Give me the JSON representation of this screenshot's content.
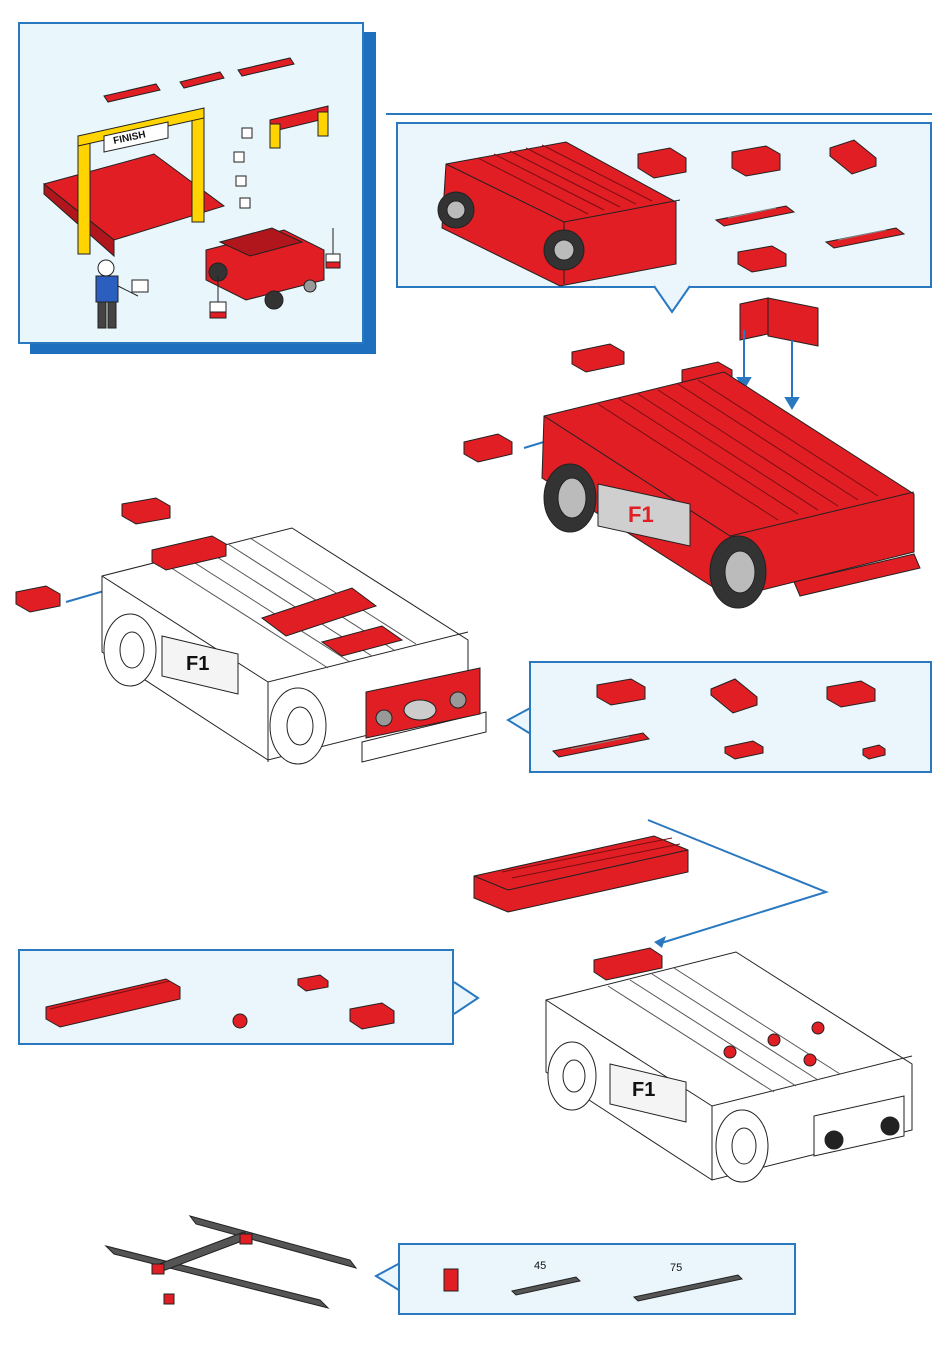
{
  "overview": {
    "banner_text": "FINISH"
  },
  "step_main": {
    "decal_text": "F1"
  },
  "step_white": {
    "decal_text": "F1"
  },
  "step_white2": {
    "decal_text": "F1"
  },
  "parts_last": {
    "beam_short_label": "45",
    "beam_long_label": "75"
  },
  "colors": {
    "brick_red": "#e01e24",
    "frame_blue": "#2a78c0",
    "panel_fill": "#eaf6fb",
    "beam_gray": "#555555",
    "outline": "#222222"
  }
}
